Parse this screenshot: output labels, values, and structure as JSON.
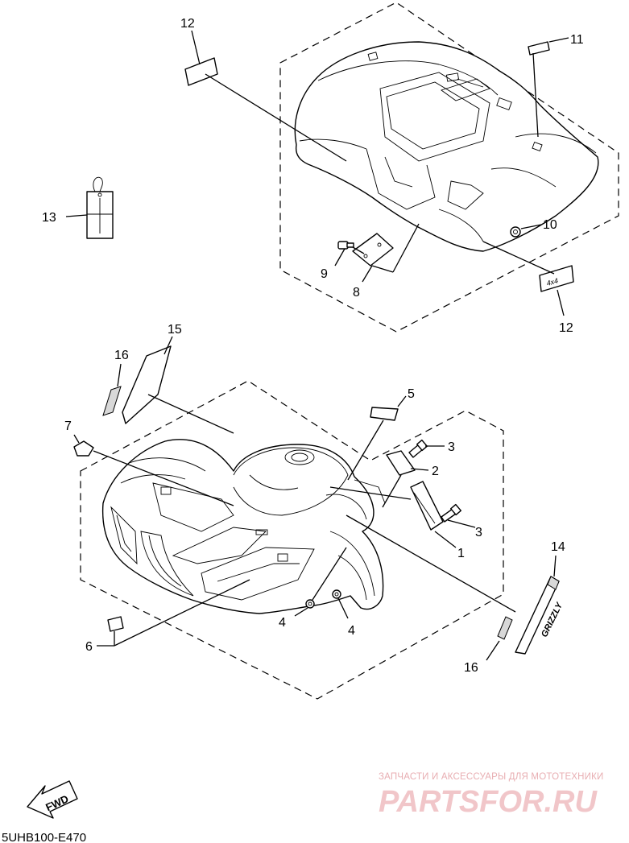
{
  "callouts": {
    "p1": "1",
    "p2": "2",
    "p3a": "3",
    "p3b": "3",
    "p4a": "4",
    "p4b": "4",
    "p5": "5",
    "p6": "6",
    "p7": "7",
    "p8": "8",
    "p9": "9",
    "p10": "10",
    "p11": "11",
    "p12a": "12",
    "p12b": "12",
    "p13": "13",
    "p14": "14",
    "p15": "15",
    "p16a": "16",
    "p16b": "16"
  },
  "fwd_label": "FWD",
  "diagram_code": "5UHB100-E470",
  "watermark": {
    "tagline": "ЗАПЧАСТИ И АКСЕССУАРЫ ДЛЯ МОТОТЕХНИКИ",
    "site": "PARTSFOR.RU"
  },
  "colors": {
    "line": "#000000",
    "watermark": "#f1c6c9"
  }
}
